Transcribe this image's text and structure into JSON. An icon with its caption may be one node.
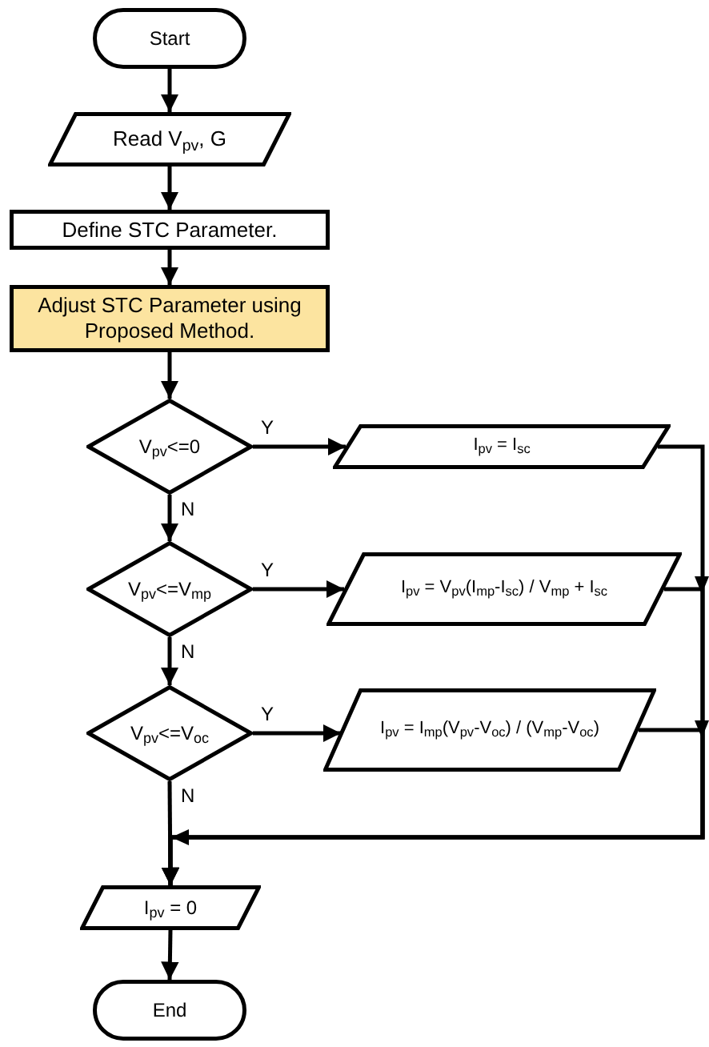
{
  "diagram": {
    "nodes": [
      {
        "text": [
          "Start"
        ]
      },
      {
        "text": [
          "Read V$_{pv}$, G"
        ]
      },
      {
        "text": [
          "Define STC Parameter."
        ]
      },
      {
        "text": [
          "Adjust STC Parameter using Proposed Method."
        ]
      },
      {
        "text": [
          "V$_{pv}$<=0"
        ]
      },
      {
        "text": [
          "I$_{pv}$ = I$_{sc}$"
        ]
      },
      {
        "text": [
          "V$_{pv}$<=V$_{mp}$"
        ]
      },
      {
        "text": [
          "I$_{pv}$ = V$_{pv}$(I$_{mp}$-I$_{sc}$) / V$_{mp}$ + I$_{sc}$"
        ]
      },
      {
        "text": [
          "V$_{pv}$<=V$_{oc}$"
        ]
      },
      {
        "text": [
          "I$_{pv}$ = I$_{mp}$(V$_{pv}$-V$_{oc}$) / (V$_{mp}$-V$_{oc}$)"
        ]
      },
      {
        "text": [
          "I$_{pv}$ = 0"
        ]
      },
      {
        "text": [
          "End"
        ]
      }
    ],
    "edges": [
      {
        "from": 0,
        "to": 1,
        "arrow": "to"
      },
      {
        "from": 1,
        "to": 2,
        "arrow": "to"
      },
      {
        "from": 2,
        "to": 3,
        "arrow": "to"
      },
      {
        "from": 3,
        "to": 4,
        "arrow": "to"
      },
      {
        "from": 4,
        "to": 5,
        "arrow": "to",
        "label": "Y"
      },
      {
        "from": 4,
        "to": 6,
        "arrow": "to",
        "label": "N"
      },
      {
        "from": 6,
        "to": 7,
        "arrow": "to",
        "label": "Y"
      },
      {
        "from": 6,
        "to": 8,
        "arrow": "to",
        "label": "N"
      },
      {
        "from": 8,
        "to": 9,
        "arrow": "to",
        "label": "Y"
      },
      {
        "from": 8,
        "to": 10,
        "arrow": "to",
        "label": "N"
      },
      {
        "from": 5,
        "to": 10,
        "arrow": "to"
      },
      {
        "from": 7,
        "to": 10,
        "arrow": "to"
      },
      {
        "from": 9,
        "to": 10,
        "arrow": "to"
      },
      {
        "from": 10,
        "to": 11,
        "arrow": "to"
      }
    ]
  }
}
